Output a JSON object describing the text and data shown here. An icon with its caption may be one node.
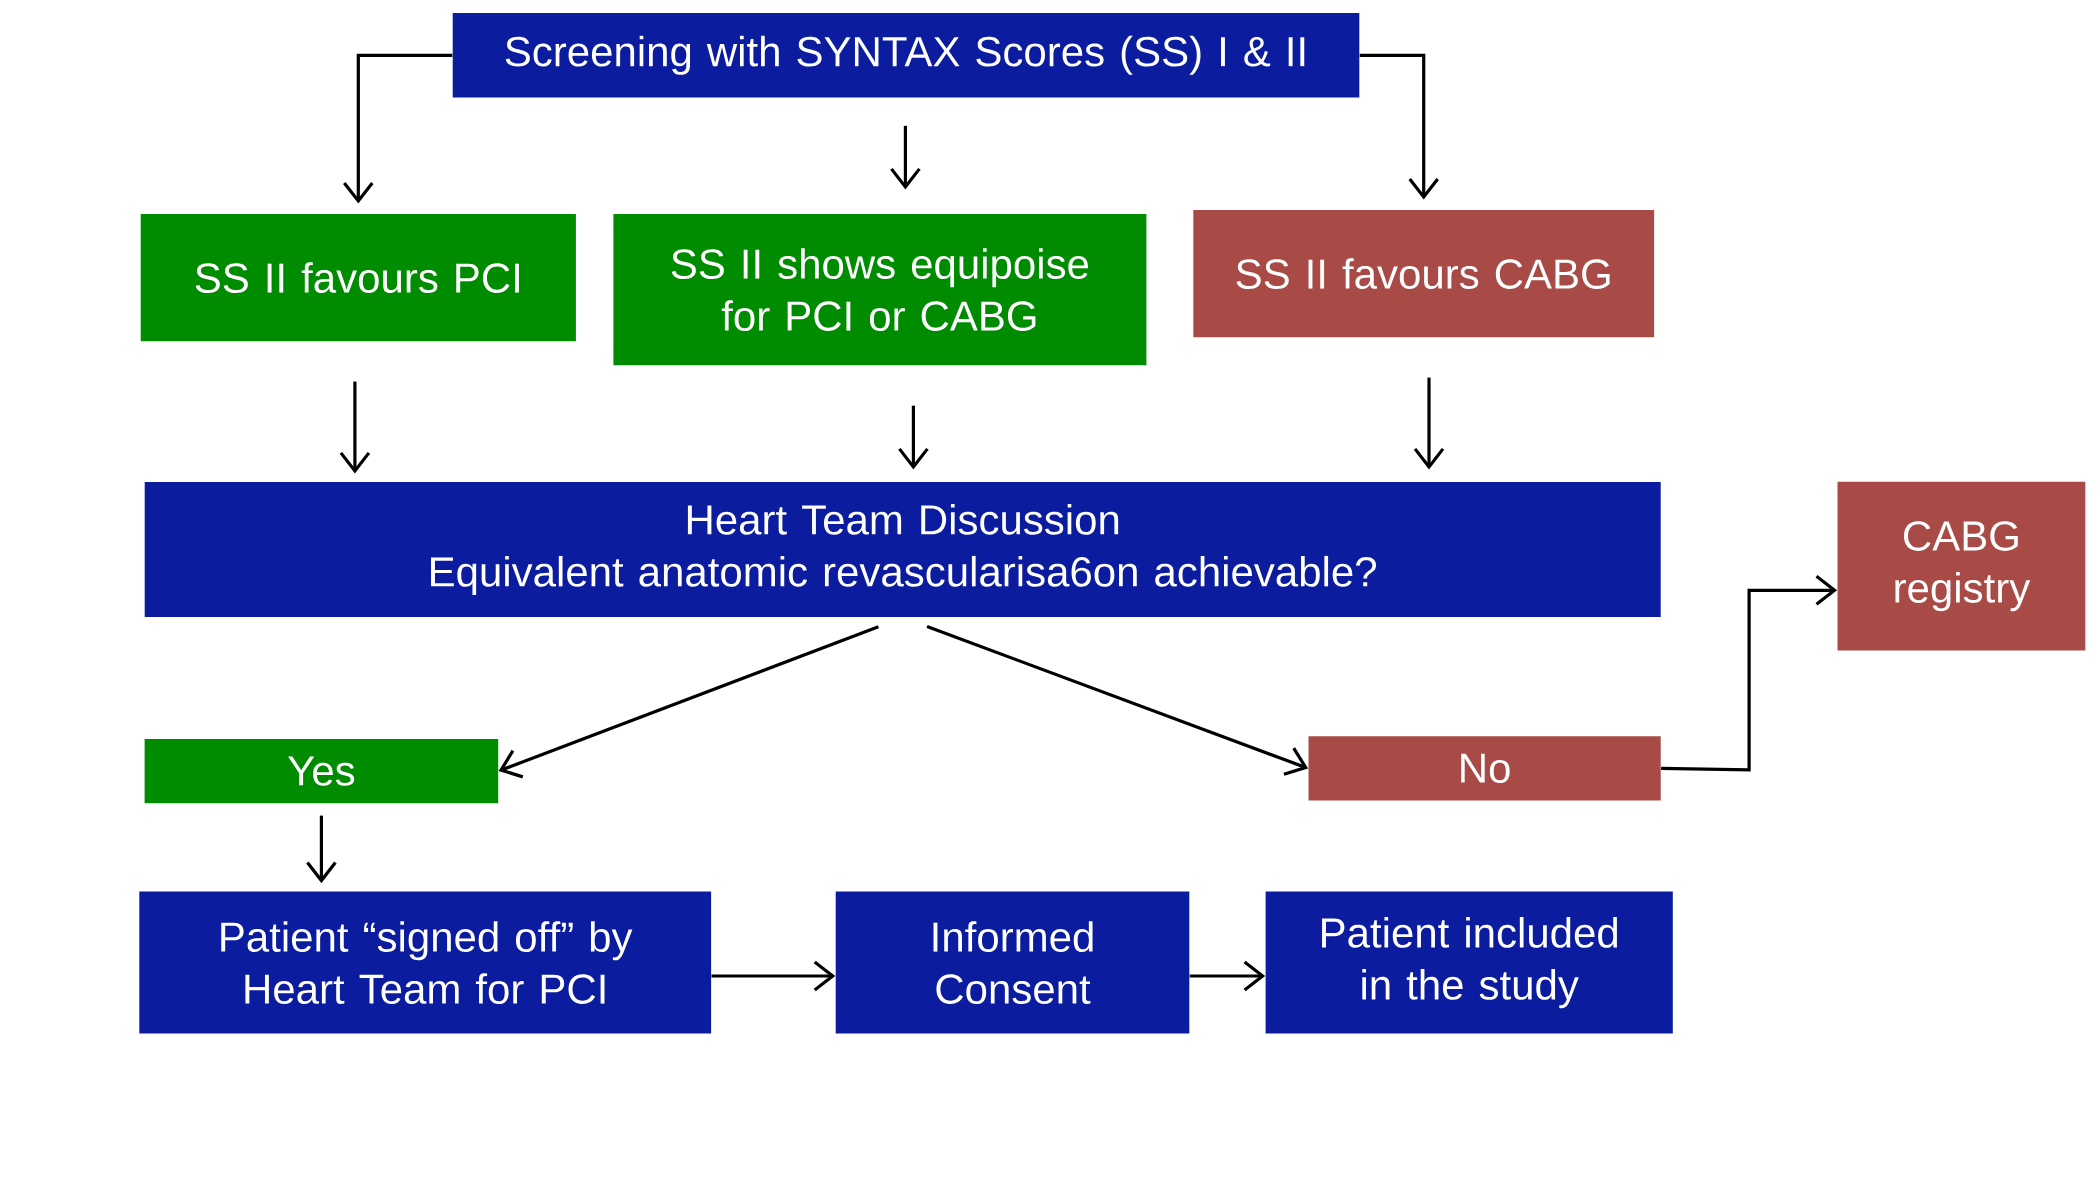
{
  "diagram": {
    "nodes": [
      {
        "text": [
          "Screening with SYNTAX Scores (SS) I & II"
        ]
      },
      {
        "text": [
          "SS II favours PCI"
        ]
      },
      {
        "text": [
          "SS II shows equipoise for PCI or CABG"
        ]
      },
      {
        "text": [
          "SS II favours CABG"
        ]
      },
      {
        "text": [
          "Heart Team Discussion",
          "Equivalent anatomic revascularisa6on achievable?"
        ]
      },
      {
        "text": [
          "Yes"
        ]
      },
      {
        "text": [
          "No"
        ]
      },
      {
        "text": [
          "CABG registry"
        ]
      },
      {
        "text": [
          "Patient “signed off” by Heart Team for PCI"
        ]
      },
      {
        "text": [
          "Informed Consent"
        ]
      },
      {
        "text": [
          "Patient included in the study"
        ]
      }
    ],
    "edges": [
      {
        "from": 0,
        "to": 1,
        "arrow": "to"
      },
      {
        "from": 0,
        "to": 2,
        "arrow": "to"
      },
      {
        "from": 0,
        "to": 3,
        "arrow": "to"
      },
      {
        "from": 1,
        "to": 4,
        "arrow": "to"
      },
      {
        "from": 2,
        "to": 4,
        "arrow": "to"
      },
      {
        "from": 3,
        "to": 4,
        "arrow": "to"
      },
      {
        "from": 4,
        "to": 5,
        "arrow": "to"
      },
      {
        "from": 4,
        "to": 6,
        "arrow": "to"
      },
      {
        "from": 6,
        "to": 7,
        "arrow": "to"
      },
      {
        "from": 5,
        "to": 8,
        "arrow": "to"
      },
      {
        "from": 8,
        "to": 9,
        "arrow": "to"
      },
      {
        "from": 9,
        "to": 10,
        "arrow": "to"
      }
    ]
  }
}
